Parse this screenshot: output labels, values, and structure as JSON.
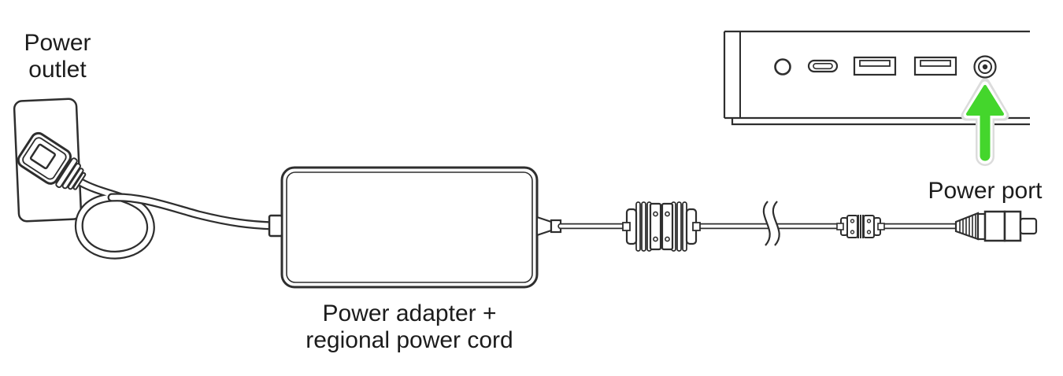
{
  "colors": {
    "line": "#2e2e2e",
    "arrow": "#44d62c",
    "halo": "#dcdcdc",
    "bg": "#ffffff"
  },
  "labels": {
    "outlet": {
      "line1": "Power",
      "line2": "outlet"
    },
    "adapter": {
      "line1": "Power adapter +",
      "line2": "regional power cord"
    },
    "port": "Power port"
  },
  "parts": [
    "power-outlet",
    "power-plug",
    "regional-power-cord",
    "power-adapter",
    "cable-coupler",
    "cable-break-symbol",
    "inline-connector",
    "dc-barrel-plug",
    "device-rear-panel",
    "round-connector-port",
    "usb-c-port",
    "usb-a-port",
    "usb-a-port",
    "power-port",
    "power-port-arrow"
  ]
}
